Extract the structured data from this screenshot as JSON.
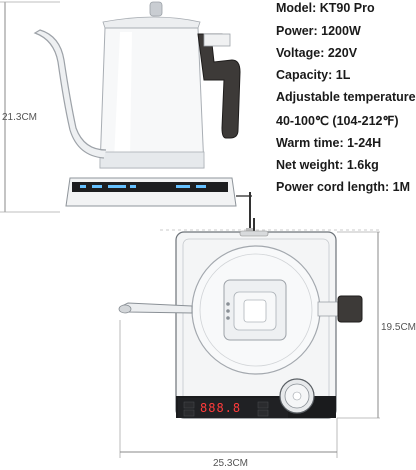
{
  "specs": [
    "Model: KT90 Pro",
    "Power: 1200W",
    "Voltage: 220V",
    "Capacity: 1L",
    "Adjustable temperature:",
    "40-100℃ (104-212℉)",
    "Warm time: 1-24H",
    "Net weight: 1.6kg",
    "Power cord length: 1M"
  ],
  "dimensions": {
    "height": "21.3CM",
    "depth": "19.5CM",
    "width": "25.3CM"
  },
  "display_digits": "888.8"
}
